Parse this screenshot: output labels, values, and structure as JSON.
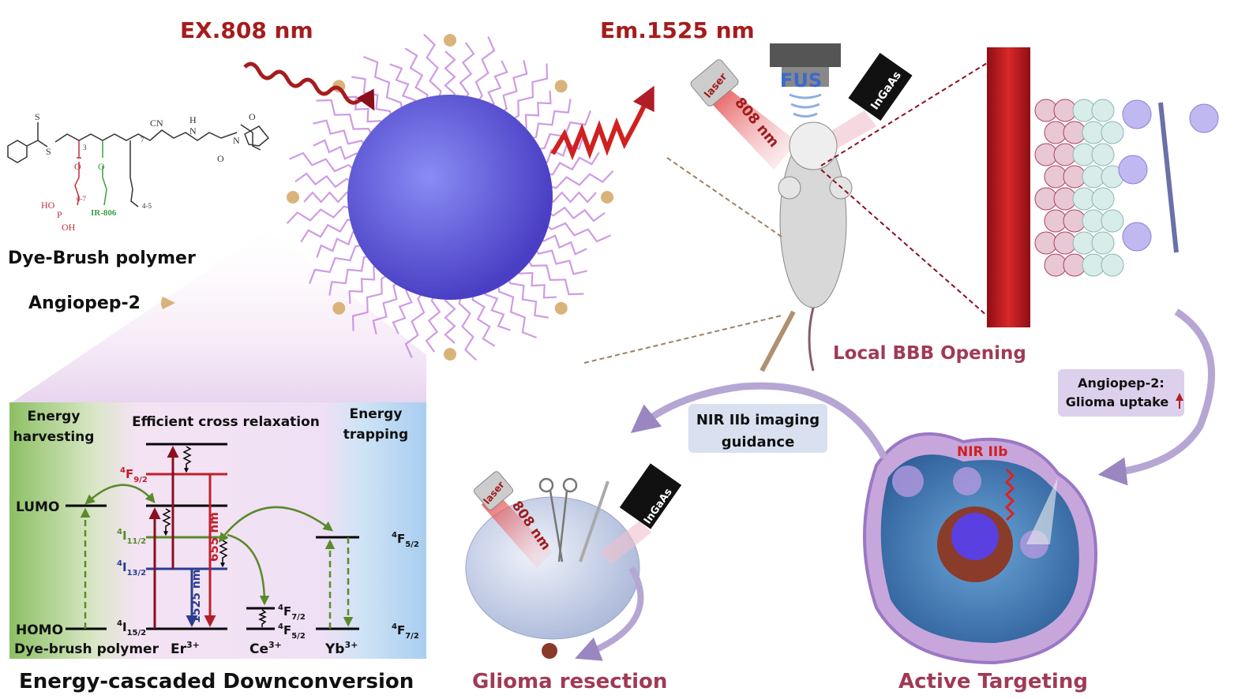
{
  "top": {
    "excitation": "EX.808 nm",
    "emission": "Em.1525 nm"
  },
  "polymer": {
    "title": "Dye-Brush polymer",
    "angiopep": "Angiopep-2",
    "chem": {
      "S_top": "S",
      "S": "S",
      "CN": "CN",
      "H": "H",
      "N_amide": "N",
      "N_ring": "N",
      "O1": "O",
      "O2": "O",
      "n3": "3",
      "n7": "7",
      "n67": "6-7",
      "n45": "4-5",
      "HO": "HO",
      "OH": "OH",
      "O_ester1": "O",
      "O_ester2": "O",
      "dye": "IR-806",
      "P": "P"
    }
  },
  "energy_panel": {
    "title": "Energy-cascaded Downconversion",
    "harvesting": [
      "Energy",
      "harvesting"
    ],
    "cross_relaxation": "Efficient cross relaxation",
    "trapping": [
      "Energy",
      "trapping"
    ],
    "lumo": "LUMO",
    "homo": "HOMO",
    "levels": {
      "F92": {
        "sup": "4",
        "main": "F",
        "sub": "9/2"
      },
      "I112": {
        "sup": "4",
        "main": "I",
        "sub": "11/2"
      },
      "I132": {
        "sup": "4",
        "main": "I",
        "sub": "13/2"
      },
      "I152": {
        "sup": "4",
        "main": "I",
        "sub": "15/2"
      },
      "Ce_F72": {
        "sup": "4",
        "main": "F",
        "sub": "7/2"
      },
      "Ce_F52": {
        "sup": "4",
        "main": "F",
        "sub": "5/2"
      },
      "Yb_F52": {
        "sup": "4",
        "main": "F",
        "sub": "5/2"
      },
      "Yb_F72": {
        "sup": "4",
        "main": "F",
        "sub": "7/2"
      }
    },
    "emission_655": "655 nm",
    "emission_1525": "1525 nm",
    "species": {
      "dye": "Dye-brush polymer",
      "er": {
        "main": "Er",
        "sup": "3+"
      },
      "ce": {
        "main": "Ce",
        "sup": "3+"
      },
      "yb": {
        "main": "Yb",
        "sup": "3+"
      }
    },
    "colors": {
      "red": "#c0202a",
      "green": "#5a8a2c",
      "blue": "#2a3d8f",
      "dark_red": "#9b1020"
    }
  },
  "mouse_scene": {
    "laser": "laser",
    "laser_wavelength": "808 nm",
    "fus": "FUS",
    "detector": "InGaAs",
    "caption": "Local BBB Opening"
  },
  "targeting": {
    "box": [
      "Angiopep-2:",
      "Glioma uptake"
    ],
    "nir": "NIR IIb",
    "caption": "Active Targeting"
  },
  "guidance": {
    "box": [
      "NIR IIb imaging",
      "guidance"
    ]
  },
  "resection": {
    "laser": "laser",
    "laser_wavelength": "808 nm",
    "detector": "InGaAs",
    "caption": "Glioma resection"
  },
  "colors": {
    "caption": "#a03a55",
    "title_red": "#a51c1c",
    "purple_arrow": "#9a86c0"
  }
}
